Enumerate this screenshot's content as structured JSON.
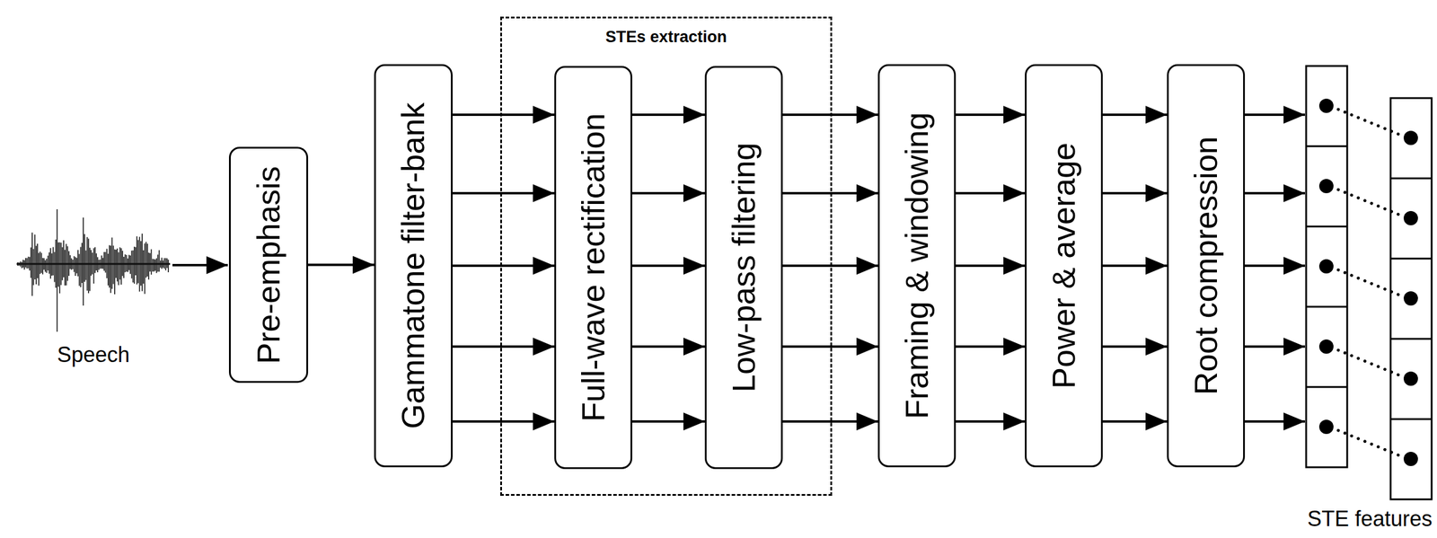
{
  "diagram": {
    "nodes": [
      {
        "text": [
          "Pre-emphasis"
        ]
      },
      {
        "text": [
          "Gammatone filter-bank"
        ]
      },
      {
        "text": [
          "STEs extraction"
        ]
      },
      {
        "text": [
          "Full-wave rectification"
        ],
        "in": 2
      },
      {
        "text": [
          "Low-pass filtering"
        ],
        "in": 2
      },
      {
        "text": [
          "Framing & windowing"
        ]
      },
      {
        "text": [
          "Power & average"
        ]
      },
      {
        "text": [
          "Root compression"
        ]
      }
    ],
    "edges": [
      {
        "from": 0,
        "to": 1,
        "arrow": "to"
      },
      {
        "from": 1,
        "to": 3,
        "arrow": "to"
      },
      {
        "from": 1,
        "to": 3,
        "arrow": "to"
      },
      {
        "from": 1,
        "to": 3,
        "arrow": "to"
      },
      {
        "from": 1,
        "to": 3,
        "arrow": "to"
      },
      {
        "from": 1,
        "to": 3,
        "arrow": "to"
      },
      {
        "from": 3,
        "to": 4,
        "arrow": "to"
      },
      {
        "from": 3,
        "to": 4,
        "arrow": "to"
      },
      {
        "from": 3,
        "to": 4,
        "arrow": "to"
      },
      {
        "from": 3,
        "to": 4,
        "arrow": "to"
      },
      {
        "from": 3,
        "to": 4,
        "arrow": "to"
      },
      {
        "from": 4,
        "to": 5,
        "arrow": "to"
      },
      {
        "from": 4,
        "to": 5,
        "arrow": "to"
      },
      {
        "from": 4,
        "to": 5,
        "arrow": "to"
      },
      {
        "from": 4,
        "to": 5,
        "arrow": "to"
      },
      {
        "from": 4,
        "to": 5,
        "arrow": "to"
      },
      {
        "from": 5,
        "to": 6,
        "arrow": "to"
      },
      {
        "from": 5,
        "to": 6,
        "arrow": "to"
      },
      {
        "from": 5,
        "to": 6,
        "arrow": "to"
      },
      {
        "from": 5,
        "to": 6,
        "arrow": "to"
      },
      {
        "from": 5,
        "to": 6,
        "arrow": "to"
      },
      {
        "from": 6,
        "to": 7,
        "arrow": "to"
      },
      {
        "from": 6,
        "to": 7,
        "arrow": "to"
      },
      {
        "from": 6,
        "to": 7,
        "arrow": "to"
      },
      {
        "from": 6,
        "to": 7,
        "arrow": "to"
      },
      {
        "from": 6,
        "to": 7,
        "arrow": "to"
      }
    ],
    "labels": [
      "Speech",
      "STE features"
    ]
  }
}
